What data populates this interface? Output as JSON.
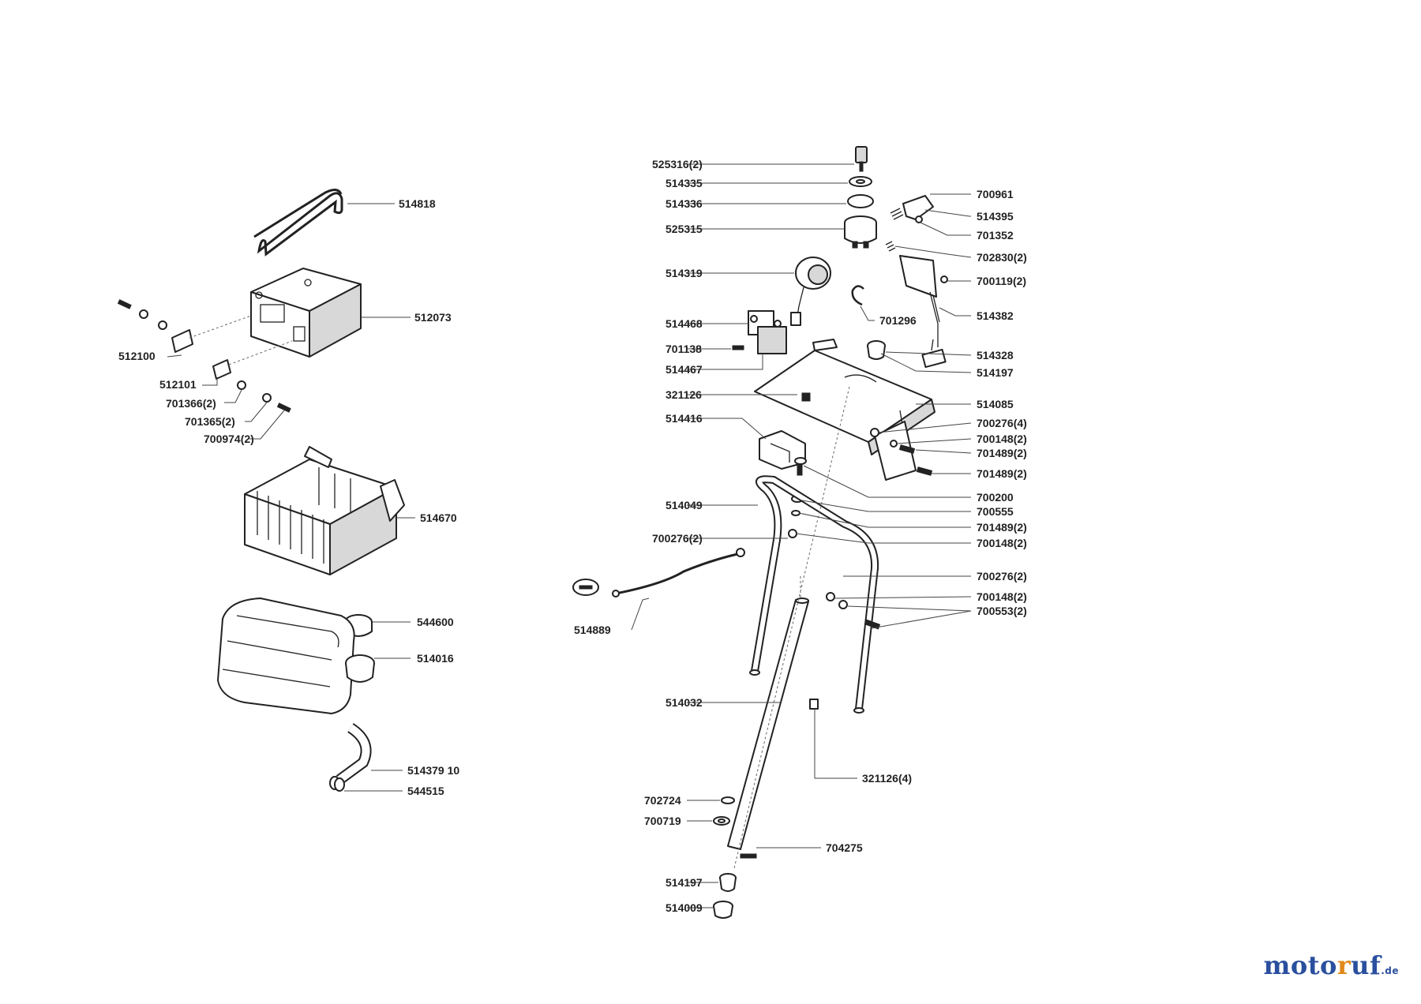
{
  "brand": {
    "logo_text_1": "moto",
    "logo_text_2": "r",
    "logo_text_3": "uf",
    "logo_suffix": ".de",
    "colors": {
      "blue": "#2a4f9e",
      "orange": "#e08a1a"
    }
  },
  "labels": {
    "l514818": "514818",
    "l512073": "512073",
    "l512100": "512100",
    "l512101": "512101",
    "l701366": "701366(2)",
    "l701365": "701365(2)",
    "l700974": "700974(2)",
    "l514670": "514670",
    "l544600": "544600",
    "l514016": "514016",
    "l514379": "514379 10",
    "l544515": "544515",
    "l525316": "525316(2)",
    "l514335": "514335",
    "l514336": "514336",
    "l525315": "525315",
    "l700961": "700961",
    "l514395": "514395",
    "l701352": "701352",
    "l702830": "702830(2)",
    "l700119": "700119(2)",
    "l514319": "514319",
    "l701296": "701296",
    "l514382": "514382",
    "l514468": "514468",
    "l701138": "701138",
    "l514467": "514467",
    "l514328": "514328",
    "l514197a": "514197",
    "l321126": "321126",
    "l514085": "514085",
    "l514416": "514416",
    "l700276_4": "700276(4)",
    "l700148_2a": "700148(2)",
    "l701489_2a": "701489(2)",
    "l701489_2b": "701489(2)",
    "l700200": "700200",
    "l700555": "700555",
    "l701489_2c": "701489(2)",
    "l700148_2b": "700148(2)",
    "l514049": "514049",
    "l700276_2a": "700276(2)",
    "l514889": "514889",
    "l700276_2b": "700276(2)",
    "l700148_2c": "700148(2)",
    "l700553": "700553(2)",
    "l514032": "514032",
    "l321126_4": "321126(4)",
    "l702724": "702724",
    "l700719": "700719",
    "l704275": "704275",
    "l514197b": "514197",
    "l514009": "514009"
  }
}
